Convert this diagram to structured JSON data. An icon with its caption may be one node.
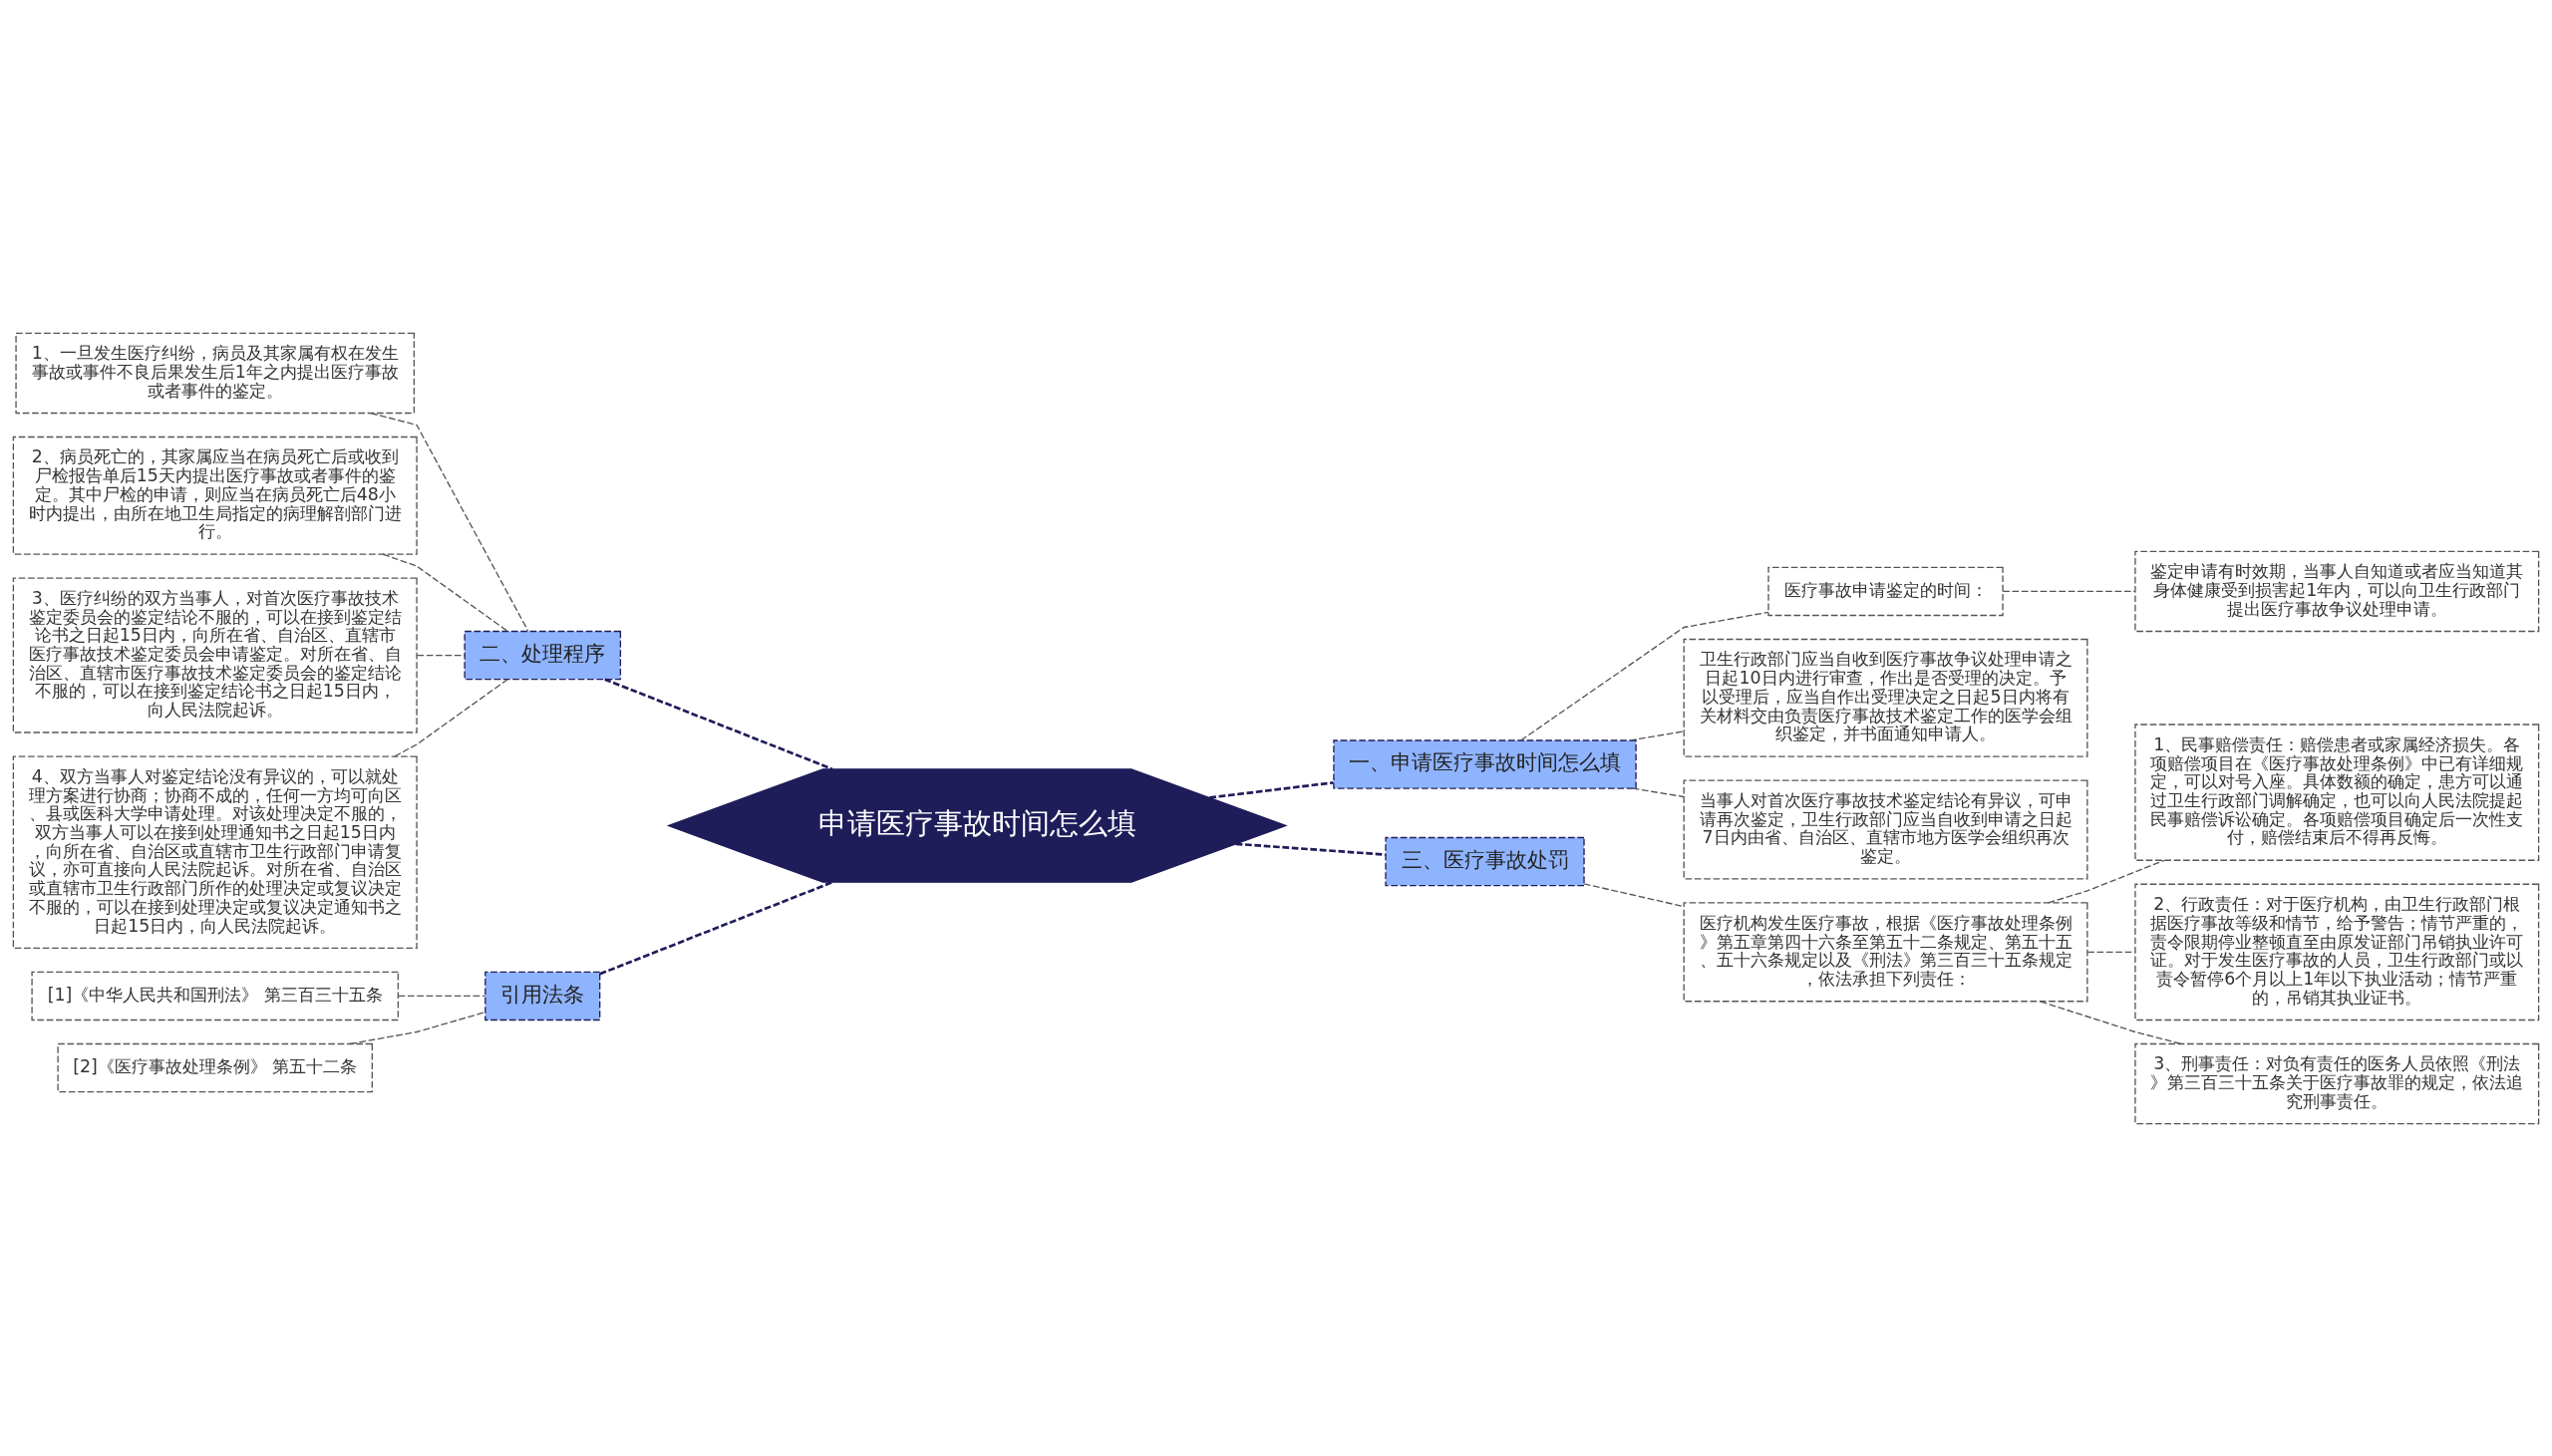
{
  "diagram": {
    "nodes": [
      {
        "text": [
          "申请医疗事故时间怎么填"
        ]
      },
      {
        "text": [
          "一、申请医疗事故时间怎么填"
        ]
      },
      {
        "text": [
          "医疗事故申请鉴定的时间："
        ]
      },
      {
        "text": [
          "鉴定申请有时效期，当事人自知道或者应当知道其身体健康受到损害起1年内，可以向卫生行政部门提出医疗事故争议处理申请。"
        ]
      },
      {
        "text": [
          "卫生行政部门应当自收到医疗事故争议处理申请之日起10日内进行审查，作出是否受理的决定。予以受理后，应当自作出受理决定之日起5日内将有关材料交由负责医疗事故技术鉴定工作的医学会组织鉴定，并书面通知申请人。"
        ]
      },
      {
        "text": [
          "当事人对首次医疗事故技术鉴定结论有异议，可申请再次鉴定，卫生行政部门应当自收到申请之日起7日内由省、自治区、直辖市地方医学会组织再次鉴定。"
        ]
      },
      {
        "text": [
          "二、处理程序"
        ]
      },
      {
        "text": [
          "1、一旦发生医疗纠纷，病员及其家属有权在发生事故或事件不良后果发生后1年之内提出医疗事故或者事件的鉴定。"
        ]
      },
      {
        "text": [
          "2、病员死亡的，其家属应当在病员死亡后或收到尸检报告单后15天内提出医疗事故或者事件的鉴定。其中尸检的申请，则应当在病员死亡后48小时内提出，由所在地卫生局指定的病理解剖部门进行。"
        ]
      },
      {
        "text": [
          "3、医疗纠纷的双方当事人，对首次医疗事故技术鉴定委员会的鉴定结论不服的，可以在接到鉴定结论书之日起15日内，向所在省、自治区、直辖市医疗事故技术鉴定委员会申请鉴定。对所在省、自治区、直辖市医疗事故技术鉴定委员会的鉴定结论不服的，可以在接到鉴定结论书之日起15日内，向人民法院起诉。"
        ]
      },
      {
        "text": [
          "4、双方当事人对鉴定结论没有异议的，可以就处理方案进行协商；协商不成的，任何一方均可向区、县或医科大学申请处理。对该处理决定不服的，双方当事人可以在接到处理通知书之日起15日内，向所在省、自治区或直辖市卫生行政部门申请复议，亦可直接向人民法院起诉。对所在省、自治区或直辖市卫生行政部门所作的处理决定或复议决定不服的，可以在接到处理决定或复议决定通知书之日起15日内，向人民法院起诉。"
        ]
      },
      {
        "text": [
          "三、医疗事故处罚"
        ]
      },
      {
        "text": [
          "医疗机构发生医疗事故，根据《医疗事故处理条例》第五章第四十六条至第五十二条规定、第五十五、五十六条规定以及《刑法》第三百三十五条规定，依法承担下列责任："
        ]
      },
      {
        "text": [
          "1、民事赔偿责任：赔偿患者或家属经济损失。各项赔偿项目在《医疗事故处理条例》中已有详细规定，可以对号入座。具体数额的确定，患方可以通过卫生行政部门调解确定，也可以向人民法院提起民事赔偿诉讼确定。各项赔偿项目确定后一次性支付，赔偿结束后不得再反悔。"
        ]
      },
      {
        "text": [
          "2、行政责任：对于医疗机构，由卫生行政部门根据医疗事故等级和情节，给予警告；情节严重的，责令限期停业整顿直至由原发证部门吊销执业许可证。对于发生医疗事故的人员，卫生行政部门或以责令暂停6个月以上1年以下执业活动；情节严重的，吊销其执业证书。"
        ]
      },
      {
        "text": [
          "3、刑事责任：对负有责任的医务人员依照《刑法》第三百三十五条关于医疗事故罪的规定，依法追究刑事责任。"
        ]
      },
      {
        "text": [
          "引用法条"
        ]
      },
      {
        "text": [
          "[1]《中华人民共和国刑法》 第三百三十五条"
        ]
      },
      {
        "text": [
          "[2]《医疗事故处理条例》 第五十二条"
        ]
      }
    ],
    "edges": [
      {
        "from": 0,
        "to": 1,
        "arrow": "none",
        "style": "dashed",
        "color": "#1f1c5a"
      },
      {
        "from": 1,
        "to": 2,
        "arrow": "none",
        "style": "dashed"
      },
      {
        "from": 2,
        "to": 3,
        "arrow": "none",
        "style": "dashed"
      },
      {
        "from": 1,
        "to": 4,
        "arrow": "none",
        "style": "dashed"
      },
      {
        "from": 1,
        "to": 5,
        "arrow": "none",
        "style": "dashed"
      },
      {
        "from": 0,
        "to": 6,
        "arrow": "none",
        "style": "dashed",
        "color": "#1f1c5a"
      },
      {
        "from": 6,
        "to": 7,
        "arrow": "none",
        "style": "dashed"
      },
      {
        "from": 6,
        "to": 8,
        "arrow": "none",
        "style": "dashed"
      },
      {
        "from": 6,
        "to": 9,
        "arrow": "none",
        "style": "dashed"
      },
      {
        "from": 6,
        "to": 10,
        "arrow": "none",
        "style": "dashed"
      },
      {
        "from": 0,
        "to": 11,
        "arrow": "none",
        "style": "dashed",
        "color": "#1f1c5a"
      },
      {
        "from": 11,
        "to": 12,
        "arrow": "none",
        "style": "dashed"
      },
      {
        "from": 12,
        "to": 13,
        "arrow": "none",
        "style": "dashed"
      },
      {
        "from": 12,
        "to": 14,
        "arrow": "none",
        "style": "dashed"
      },
      {
        "from": 12,
        "to": 15,
        "arrow": "none",
        "style": "dashed"
      },
      {
        "from": 0,
        "to": 16,
        "arrow": "none",
        "style": "dashed",
        "color": "#1f1c5a"
      },
      {
        "from": 16,
        "to": 17,
        "arrow": "none",
        "style": "dashed"
      },
      {
        "from": 16,
        "to": 18,
        "arrow": "none",
        "style": "dashed"
      }
    ]
  }
}
